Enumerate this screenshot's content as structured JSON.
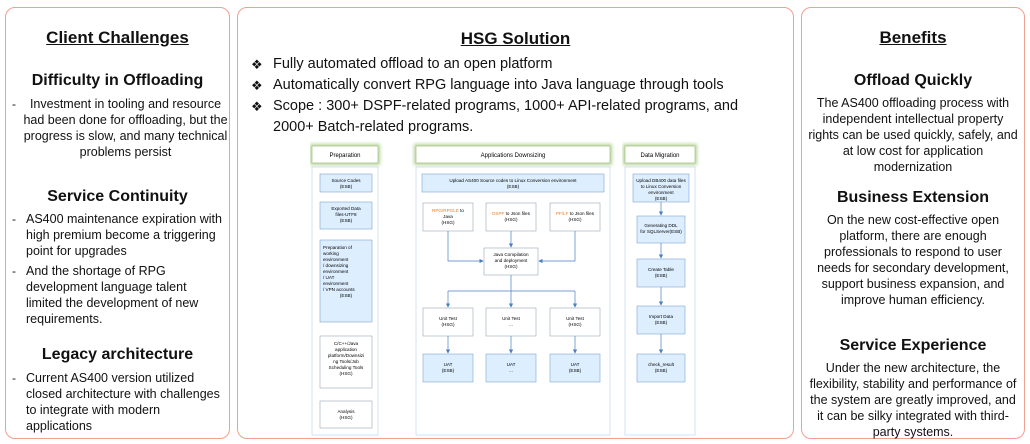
{
  "left": {
    "title": "Client Challenges",
    "sections": [
      {
        "title": "Difficulty in Offloading",
        "text": "Investment in tooling and resource had been done for offloading, but the progress is slow, and many technical problems persist"
      },
      {
        "title": "Service Continuity",
        "bullets": [
          "AS400 maintenance expiration with high premium become a triggering point for upgrades",
          "And the shortage of RPG development language talent limited the development of new requirements."
        ]
      },
      {
        "title": "Legacy architecture",
        "bullets": [
          "Current AS400 version utilized closed architecture with challenges to integrate with modern applications"
        ]
      }
    ]
  },
  "middle": {
    "title": "HSG Solution",
    "bullet_icon": "diamond-bullet-icon",
    "bullets": [
      "Fully automated offload to an open platform",
      "Automatically convert RPG language into Java language through tools",
      "Scope : 300+ DSPF-related programs, 1000+ API-related programs, and 2000+ Batch-related programs."
    ],
    "diagram": {
      "columns": [
        "Preparation",
        "Applications Downsizing",
        "Data Migration"
      ],
      "preparation": [
        "Source Codes (ESB)",
        "Exported Data files-UTF8 (ESB)",
        "Preparation of working environment / downsizing environment / UAT environment / VPN accounts (ESB)",
        "C/C++/Java application platform/Downsizing Tools/Job Scheduling Tools (HSG)",
        "Analysis (HSG)"
      ],
      "downsizing": {
        "upload": "Upload AS400 Source codes to Linux Conversion environment (ESB)",
        "convert": [
          {
            "highlight": "RPG/RPGLE",
            "rest": " to Java (HSG)"
          },
          {
            "highlight": "DSPF",
            "rest": " to Json files (HSG)"
          },
          {
            "highlight": "PF/LF",
            "rest": " to Json files (HSG)"
          }
        ],
        "compile": "Java Compilation and deployment (HSG)",
        "unit_tests": [
          "Unit Test (HSG)",
          "Unit Test ...",
          "Unit Test (HSG)"
        ],
        "uat": [
          "UAT (ESB)",
          "UAT ...",
          "UAT (ESB)"
        ]
      },
      "migration": [
        "Upload DB400 data files to Linux Conversion environment (ESB)",
        "Generating DDL for SQLServer(ESB)",
        "Create Table (ESB)",
        "Import Data (ESB)",
        "check_result (ESB)"
      ],
      "colors": {
        "box_fill": "#ddeeff",
        "box_stroke": "#7ca6d6",
        "header_glow": "#a9c98b",
        "arrow": "#4a7fc4",
        "highlight": "#e8802c"
      }
    }
  },
  "right": {
    "title": "Benefits",
    "sections": [
      {
        "title": "Offload Quickly",
        "text": "The AS400 offloading process with independent intellectual property rights can be used quickly, safely, and at low cost for application modernization"
      },
      {
        "title": "Business Extension",
        "text": "On the new cost-effective open platform, there are enough professionals to respond to user needs for secondary development, support business expansion, and improve human efficiency."
      },
      {
        "title": "Service Experience",
        "text": "Under the new architecture, the flexibility, stability and performance of the system are greatly improved, and it can be silky integrated with third-party systems."
      }
    ]
  },
  "accent_border": "#f0a090"
}
